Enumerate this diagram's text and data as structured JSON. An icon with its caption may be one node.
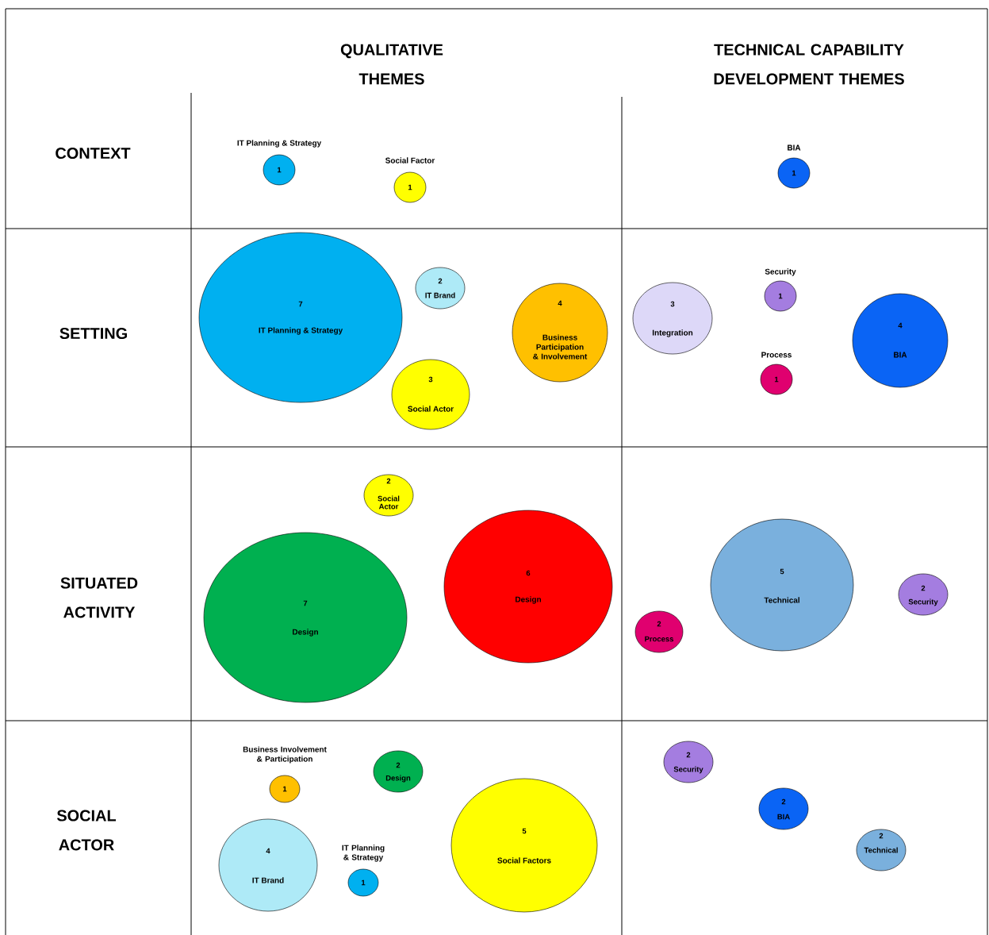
{
  "diagram": {
    "nodes": [
      {
        "text": [
          "IT Planning & Strategy",
          "1"
        ]
      },
      {
        "text": [
          "Social Factor",
          "1"
        ]
      },
      {
        "text": [
          "BIA",
          "1"
        ]
      },
      {
        "text": [
          "7",
          "IT Planning & Strategy"
        ]
      },
      {
        "text": [
          "2",
          "IT Brand"
        ]
      },
      {
        "text": [
          "3",
          "Social Actor"
        ]
      },
      {
        "text": [
          "4",
          "Business Participation & Involvement"
        ]
      },
      {
        "text": [
          "3",
          "Integration"
        ]
      },
      {
        "text": [
          "Security",
          "1"
        ]
      },
      {
        "text": [
          "Process",
          "1"
        ]
      },
      {
        "text": [
          "4",
          "BIA"
        ]
      },
      {
        "text": [
          "2",
          "Social Actor"
        ]
      },
      {
        "text": [
          "7",
          "Design"
        ]
      },
      {
        "text": [
          "6",
          "Design"
        ]
      },
      {
        "text": [
          "5",
          "Technical"
        ]
      },
      {
        "text": [
          "2",
          "Process"
        ]
      },
      {
        "text": [
          "2",
          "Security"
        ]
      },
      {
        "text": [
          "Business Involvement & Participation",
          "1"
        ]
      },
      {
        "text": [
          "2",
          "Design"
        ]
      },
      {
        "text": [
          "4",
          "IT Brand"
        ]
      },
      {
        "text": [
          "IT Planning & Strategy",
          "1"
        ]
      },
      {
        "text": [
          "5",
          "Social Factors"
        ]
      },
      {
        "text": [
          "2",
          "Security"
        ]
      },
      {
        "text": [
          "2",
          "BIA"
        ]
      },
      {
        "text": [
          "2",
          "Technical"
        ]
      }
    ],
    "labels": [
      "QUALITATIVE THEMES",
      "TECHNICAL CAPABILITY DEVELOPMENT THEMES",
      "CONTEXT",
      "SETTING",
      "SITUATED ACTIVITY",
      "SOCIAL ACTOR"
    ]
  }
}
